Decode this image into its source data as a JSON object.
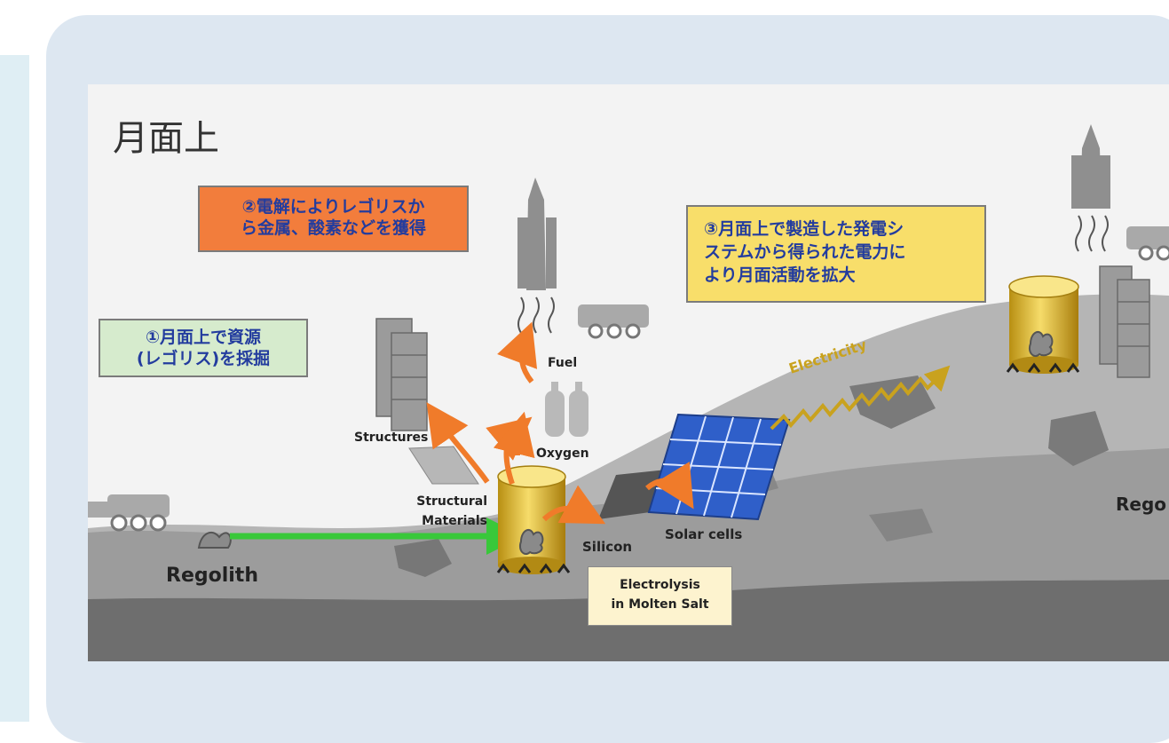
{
  "diagram": {
    "title": "月面上",
    "step1": {
      "line1": "①月面上で資源",
      "line2": "(レゴリス)を採掘"
    },
    "step2": {
      "line1": "②電解によりレゴリスか",
      "line2": "ら金属、酸素などを獲得"
    },
    "step3": {
      "line1": "③月面上で製造した発電シ",
      "line2": "ステムから得られた電力に",
      "line3": "より月面活動を拡大"
    },
    "process": {
      "line1": "Electrolysis",
      "line2": "in Molten Salt"
    },
    "labels": {
      "regolith": "Regolith",
      "regolith_right": "Rego",
      "structures": "Structures",
      "structural_line1": "Structural",
      "structural_line2": "Materials",
      "oxygen": "Oxygen",
      "fuel": "Fuel",
      "silicon": "Silicon",
      "solar_cells": "Solar cells",
      "electricity": "Electricity"
    },
    "colors": {
      "step1_bg": "#d6ebcd",
      "step2_bg": "#f27d3c",
      "step3_bg": "#f8de6a",
      "process_bg": "#fdf3cf",
      "text_blue": "#233c9e",
      "arrow_orange": "#f07b2a",
      "arrow_green": "#39c83a",
      "electricity_gold": "#c9a21e",
      "solar_blue": "#2f5fc9"
    }
  }
}
